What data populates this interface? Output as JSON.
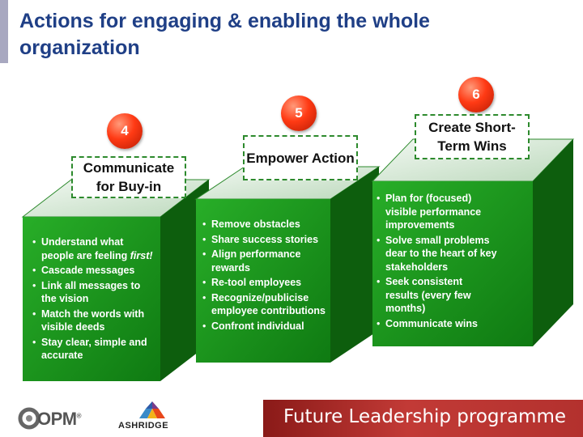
{
  "title": "Actions for engaging & enabling the whole organization",
  "colors": {
    "title": "#1f3f86",
    "box_front": "#1e9a1e",
    "box_top": "#d8ead8",
    "box_side": "#0d5e0d",
    "badge": "#e8361a",
    "footer": "#b3312e"
  },
  "steps": [
    {
      "number": "4",
      "heading": "Communicate for Buy-in",
      "items": [
        {
          "text": "Understand what people are feeling ",
          "em": "first!"
        },
        {
          "text": "Cascade messages"
        },
        {
          "text": "Link all messages to the vision"
        },
        {
          "text": "Match the words with visible deeds"
        },
        {
          "text": "Stay clear, simple and accurate"
        }
      ]
    },
    {
      "number": "5",
      "heading": "Empower Action",
      "items": [
        {
          "text": "Remove obstacles"
        },
        {
          "text": "Share success stories"
        },
        {
          "text": "Align performance rewards"
        },
        {
          "text": "Re-tool employees"
        },
        {
          "text": "Recognize/publicise employee contributions"
        },
        {
          "text": "Confront individual"
        }
      ]
    },
    {
      "number": "6",
      "heading": "Create Short-Term Wins",
      "items": [
        {
          "text": "Plan for (focused) visible performance improvements"
        },
        {
          "text": "Solve small problems dear to the heart of key stakeholders"
        },
        {
          "text": "Seek consistent results (every few months)"
        },
        {
          "text": "Communicate wins"
        }
      ]
    }
  ],
  "footer": {
    "programme": "Future Leadership programme",
    "logo_opm": "OPM",
    "logo_opm_mark": "®",
    "logo_ashridge": "ASHRIDGE"
  },
  "icons": [
    "opm-logo-icon",
    "ashridge-logo-icon"
  ]
}
